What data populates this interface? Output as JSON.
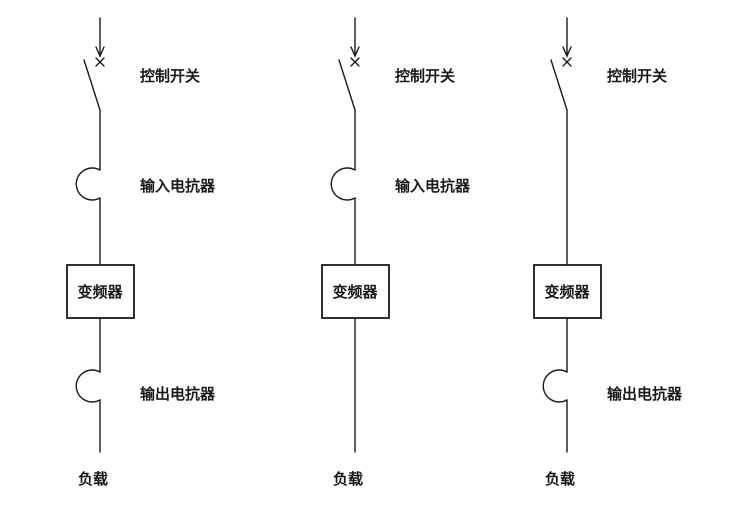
{
  "diagram": {
    "background": "#ffffff",
    "line_color": "#1a1a1a",
    "columns": [
      {
        "id": "scheme-1",
        "switch_label": "控制开关",
        "input_reactor_label": "输入电抗器",
        "inverter_label": "变频器",
        "output_reactor_label": "输出电抗器",
        "load_label": "负载"
      },
      {
        "id": "scheme-2",
        "switch_label": "控制开关",
        "input_reactor_label": "输入电抗器",
        "inverter_label": "变频器",
        "load_label": "负载"
      },
      {
        "id": "scheme-3",
        "switch_label": "控制开关",
        "inverter_label": "变频器",
        "output_reactor_label": "输出电抗器",
        "load_label": "负载"
      }
    ]
  }
}
